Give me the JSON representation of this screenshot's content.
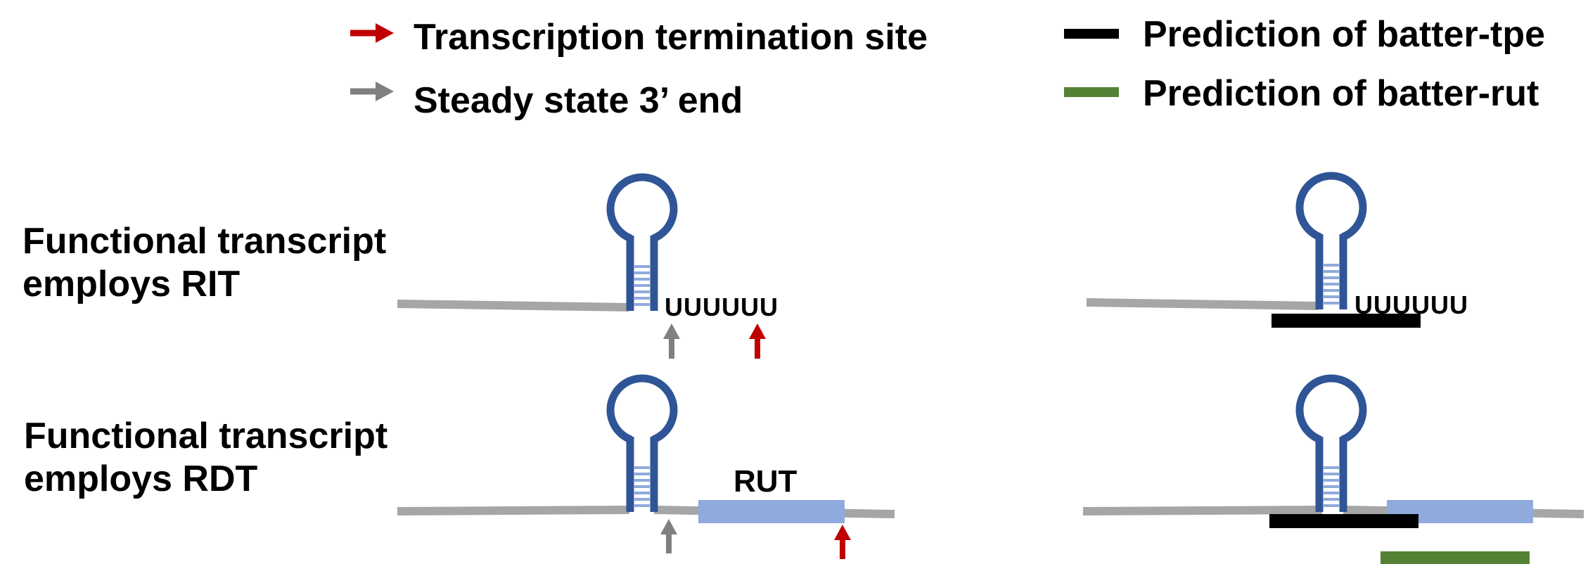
{
  "legend": {
    "termination_site": "Transcription termination site",
    "steady_state": "Steady state 3’ end",
    "tpe_prediction": "Prediction of batter-tpe",
    "rut_prediction": "Prediction of batter-rut"
  },
  "rows": {
    "rit": {
      "line1": "Functional transcript",
      "line2": "employs RIT"
    },
    "rdt": {
      "line1": "Functional transcript",
      "line2": "employs RDT"
    }
  },
  "u_tract": "UUUUUU",
  "rut_label": "RUT",
  "colors": {
    "termination_arrow": "#c00000",
    "steady_arrow": "#808080",
    "hairpin": "#2f5597",
    "hairpin_rungs": "#8faadc",
    "rna_line": "#a6a6a6",
    "rut_box": "#8faadc",
    "tpe_bar": "#000000",
    "rut_bar": "#548235"
  }
}
